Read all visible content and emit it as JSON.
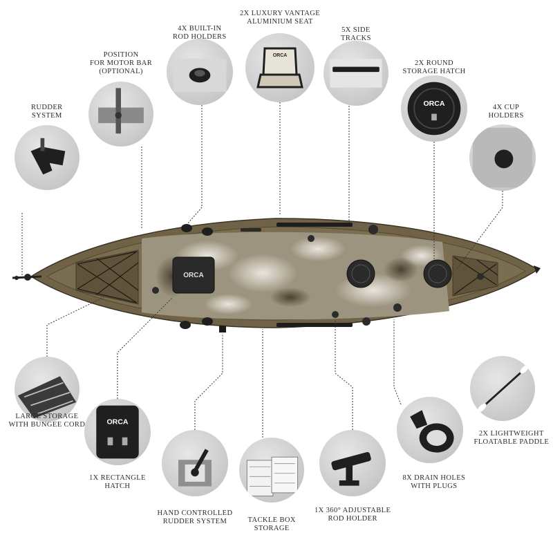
{
  "brand": "ORCA",
  "colors": {
    "hull_dark": "#6e6044",
    "hull_camo_light": "#d8d4cc",
    "line": "#333333",
    "circle_bg": "#cfcfcf",
    "text": "#2a2a2a"
  },
  "features": [
    {
      "id": "rudder_system",
      "icon": "rudder-icon",
      "lines": [
        "RUDDER",
        "SYSTEM"
      ]
    },
    {
      "id": "motor_bar",
      "icon": "motor-bar-mount-icon",
      "lines": [
        "POSITION",
        "FOR MOTOR BAR",
        "(OPTIONAL)"
      ]
    },
    {
      "id": "rod_holders",
      "icon": "flush-rod-holder-icon",
      "lines": [
        "4X BUILT-IN",
        "ROD HOLDERS"
      ]
    },
    {
      "id": "seat",
      "icon": "seat-icon",
      "lines": [
        "2X LUXURY VANTAGE",
        "ALUMINIUM SEAT"
      ]
    },
    {
      "id": "side_tracks",
      "icon": "side-track-icon",
      "lines": [
        "5X SIDE",
        "TRACKS"
      ]
    },
    {
      "id": "round_hatch",
      "icon": "round-hatch-icon",
      "lines": [
        "2X ROUND",
        "STORAGE HATCH"
      ]
    },
    {
      "id": "cup_holders",
      "icon": "cup-holder-icon",
      "lines": [
        "4X CUP",
        "HOLDERS"
      ]
    },
    {
      "id": "large_storage",
      "icon": "bungee-storage-icon",
      "lines": [
        "LARGE STORAGE",
        "WITH BUNGEE CORD"
      ]
    },
    {
      "id": "rect_hatch",
      "icon": "rectangle-hatch-icon",
      "lines": [
        "1X RECTANGLE",
        "HATCH"
      ]
    },
    {
      "id": "hand_rudder",
      "icon": "rudder-control-icon",
      "lines": [
        "HAND CONTROLLED",
        "RUDDER SYSTEM"
      ]
    },
    {
      "id": "tackle_box",
      "icon": "tackle-box-icon",
      "lines": [
        "TACKLE BOX",
        "STORAGE"
      ]
    },
    {
      "id": "adj_rod_holder",
      "icon": "adjustable-rod-holder-icon",
      "lines": [
        "1X 360° ADJUSTABLE",
        "ROD HOLDER"
      ]
    },
    {
      "id": "drain_holes",
      "icon": "drain-plug-icon",
      "lines": [
        "8X DRAIN HOLES",
        "WITH PLUGS"
      ]
    },
    {
      "id": "paddle",
      "icon": "paddle-icon",
      "lines": [
        "2X LIGHTWEIGHT",
        "FLOATABLE PADDLE"
      ]
    }
  ]
}
